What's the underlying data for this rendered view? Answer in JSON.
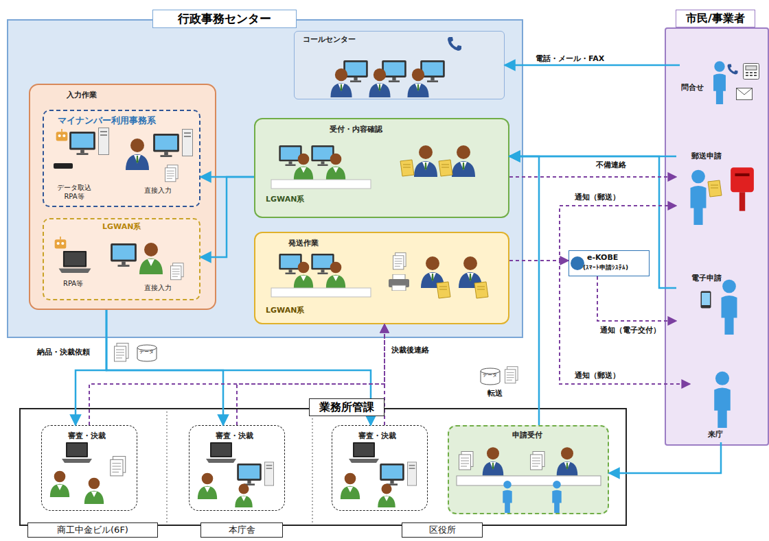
{
  "diagram": {
    "nodes": [
      {
        "text": [
          "行政事務センター"
        ]
      },
      {
        "text": [
          "コールセンター"
        ],
        "in": 0
      },
      {
        "text": [
          "入力作業"
        ],
        "in": 0
      },
      {
        "text": [
          "マイナンバー利用事務系",
          "データ取込 RPA等",
          "直接入力"
        ],
        "in": 2
      },
      {
        "text": [
          "LGWAN系",
          "RPA等",
          "直接入力"
        ],
        "in": 2
      },
      {
        "text": [
          "受付・内容確認",
          "LGWAN系"
        ],
        "in": 0
      },
      {
        "text": [
          "発送作業",
          "LGWAN系"
        ],
        "in": 0
      },
      {
        "text": [
          "市民/事業者"
        ]
      },
      {
        "text": [
          "問合せ"
        ],
        "in": 7
      },
      {
        "text": [
          "郵送申請"
        ],
        "in": 7
      },
      {
        "text": [
          "電子申請"
        ],
        "in": 7
      },
      {
        "text": [
          "来庁"
        ],
        "in": 7
      },
      {
        "text": [
          "e-KOBE",
          "(ｽﾏｰﾄ申請ｼｽﾃﾑ)"
        ]
      },
      {
        "text": [
          "業務所管課"
        ]
      },
      {
        "text": [
          "審査・決裁"
        ],
        "in": 13
      },
      {
        "text": [
          "審査・決裁"
        ],
        "in": 13
      },
      {
        "text": [
          "審査・決裁"
        ],
        "in": 13
      },
      {
        "text": [
          "申請受付"
        ],
        "in": 13
      }
    ],
    "edges": [
      {
        "from": 8,
        "to": 1,
        "arrow": "to",
        "label": "電話・メール・FAX"
      },
      {
        "from": 9,
        "to": 5,
        "arrow": "to"
      },
      {
        "from": 10,
        "to": 5,
        "arrow": "to"
      },
      {
        "from": 17,
        "to": 5,
        "arrow": "to",
        "label": "転送"
      },
      {
        "from": 5,
        "to": 3,
        "arrow": "to"
      },
      {
        "from": 5,
        "to": 4,
        "arrow": "to"
      },
      {
        "from": 5,
        "to": 9,
        "arrow": "to",
        "label": "不備連絡"
      },
      {
        "from": 6,
        "to": 12,
        "arrow": "to"
      },
      {
        "from": 6,
        "to": 9,
        "arrow": "to",
        "label": "通知（郵送）"
      },
      {
        "from": 12,
        "to": 10,
        "arrow": "to",
        "label": "通知（電子交付）"
      },
      {
        "from": 6,
        "to": 11,
        "arrow": "to",
        "label": "通知（郵送）"
      },
      {
        "from": 2,
        "to": 14,
        "arrow": "to",
        "label": "納品・決裁依頼"
      },
      {
        "from": 2,
        "to": 15,
        "arrow": "to"
      },
      {
        "from": 2,
        "to": 16,
        "arrow": "to"
      },
      {
        "from": 14,
        "to": 6,
        "arrow": "to",
        "label": "決裁後連絡"
      },
      {
        "from": 15,
        "to": 6,
        "arrow": "to"
      },
      {
        "from": 16,
        "to": 6,
        "arrow": "to"
      },
      {
        "from": 11,
        "to": 17,
        "arrow": "to"
      }
    ],
    "labels": [
      "データ",
      "データ",
      "商工中金ビル(6F)",
      "本庁舎",
      "区役所"
    ]
  }
}
